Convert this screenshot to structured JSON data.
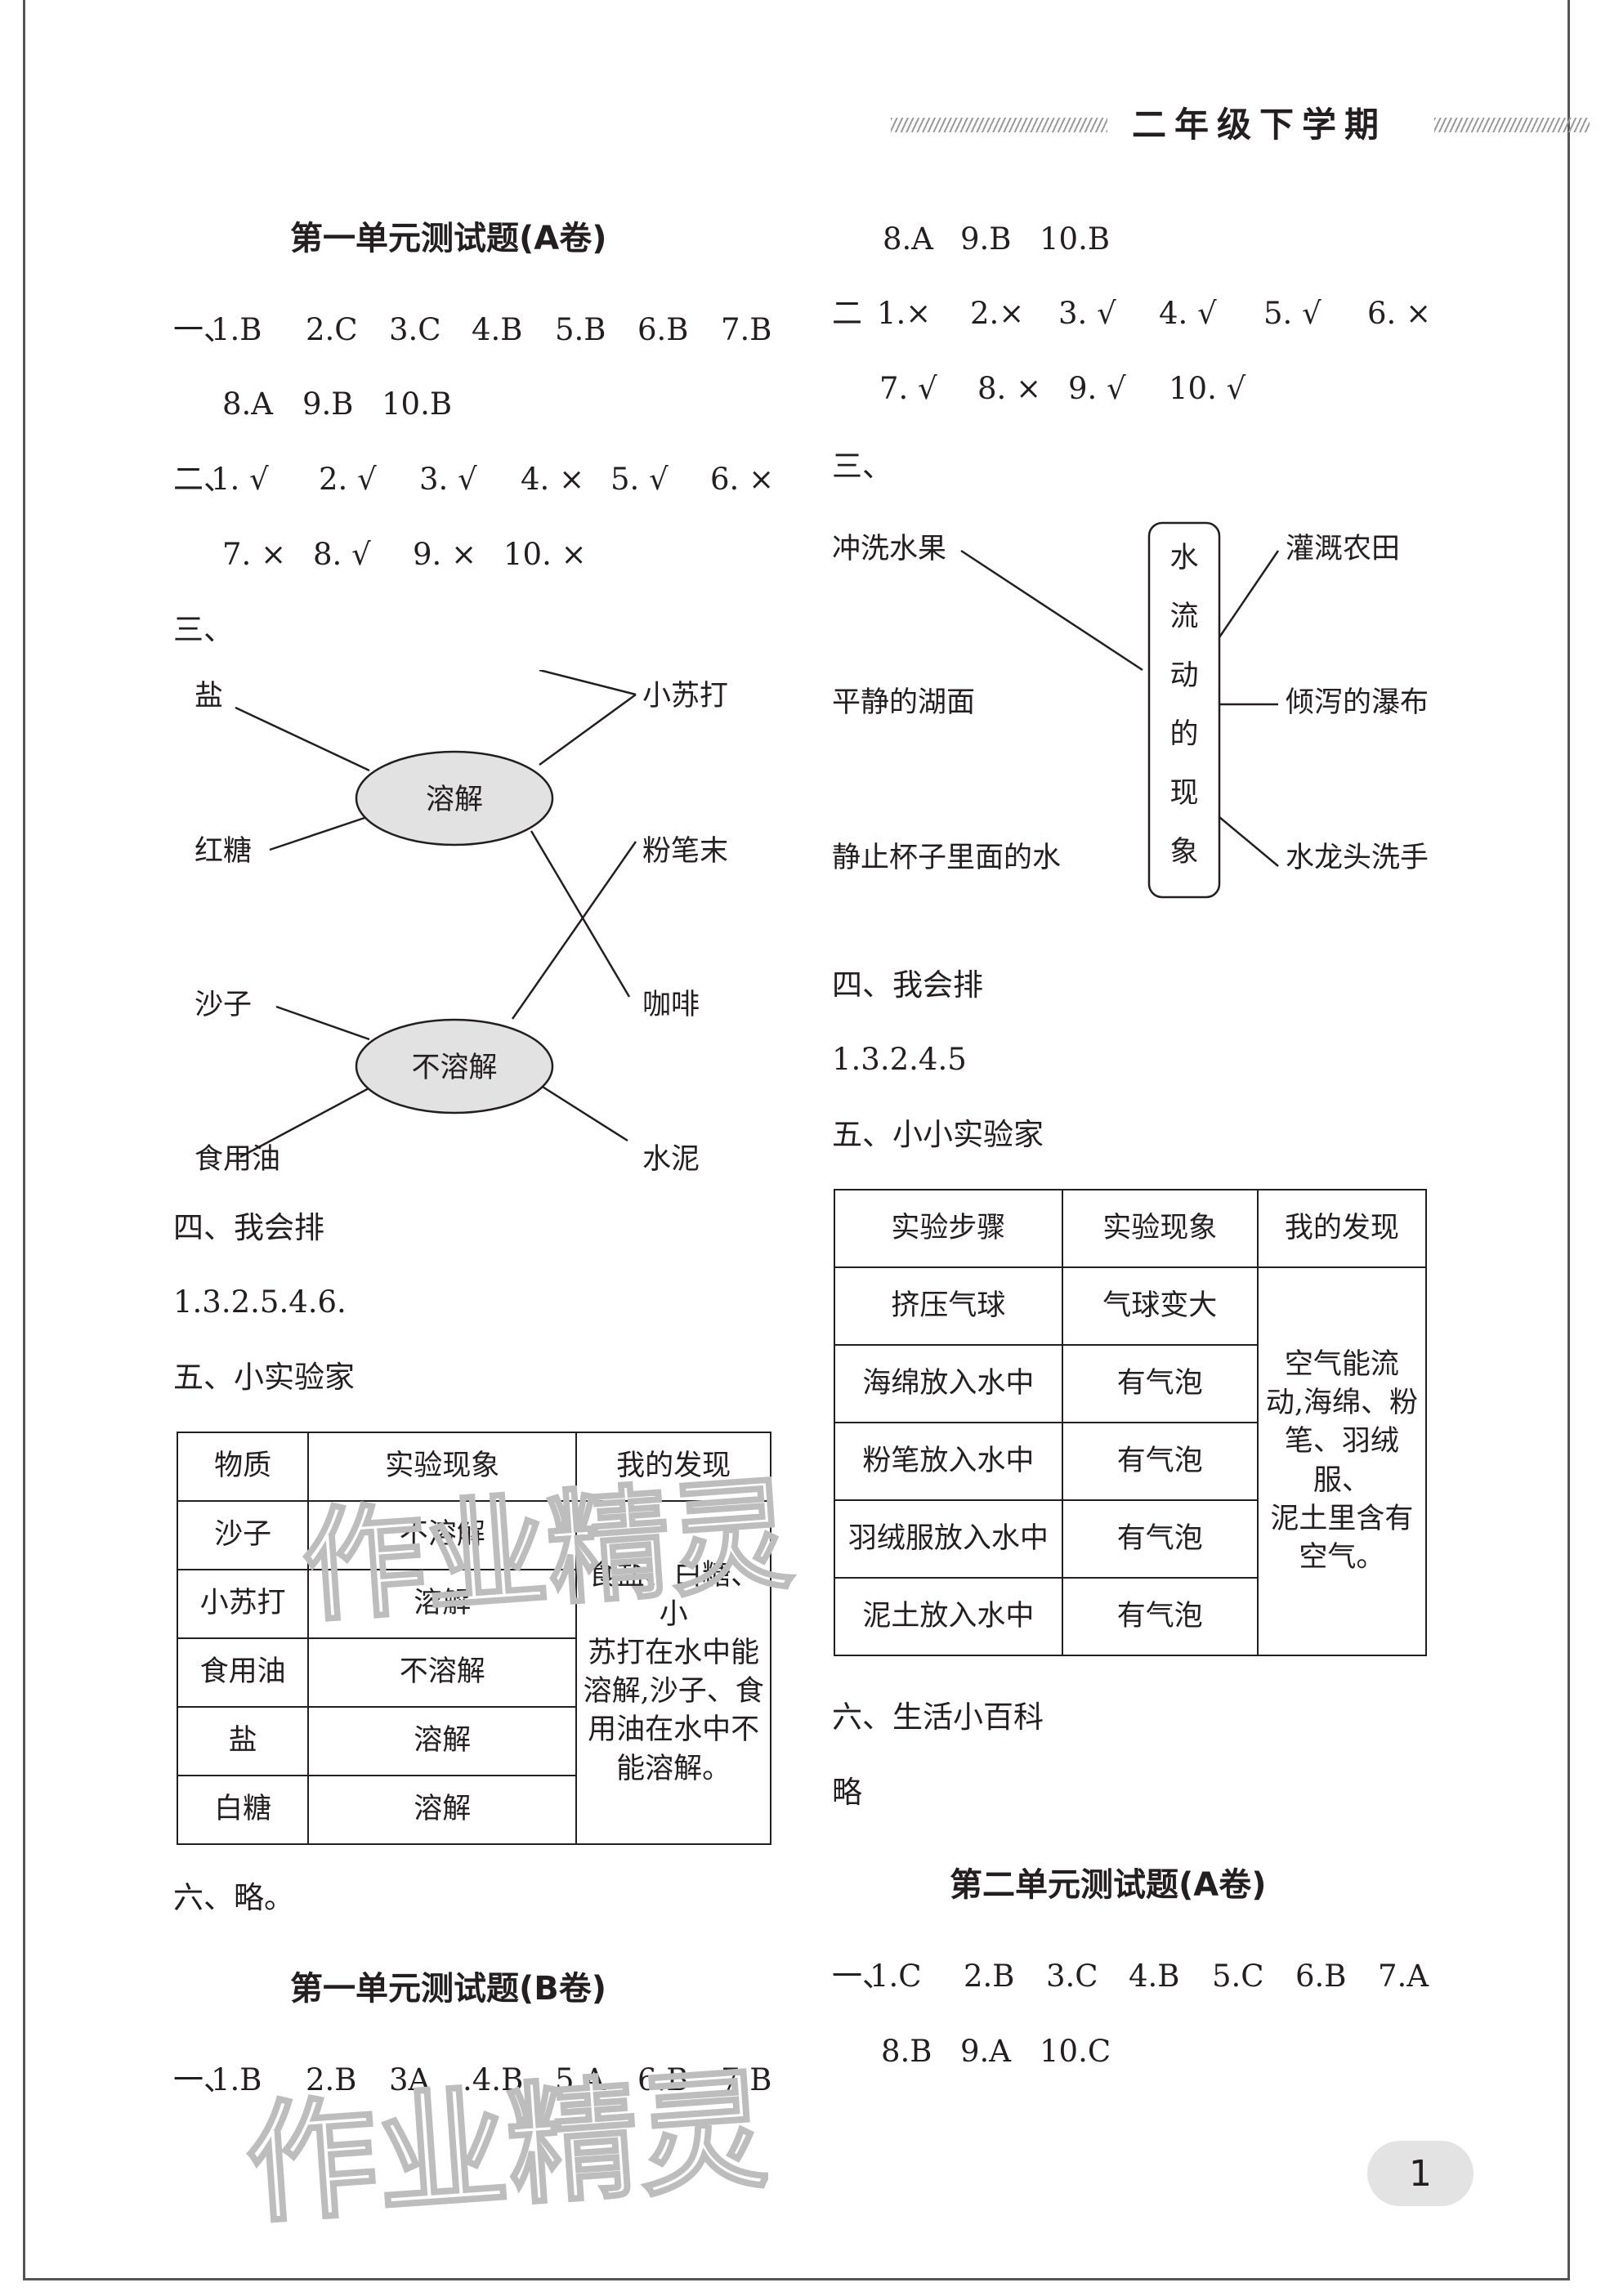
{
  "header": {
    "grade": "二年级下学期"
  },
  "page_number": "1",
  "watermark": {
    "text": "作业精灵"
  },
  "left": {
    "unit1a": {
      "title": "第一单元测试题(A卷)",
      "sec1_label": "一、",
      "sec1_row1": [
        "1.B",
        "2.C",
        "3.C",
        "4.B",
        "5.B",
        "6.B",
        "7.B"
      ],
      "sec1_row2": [
        "8.A",
        "9.B",
        "10.B"
      ],
      "sec2_label": "二、",
      "sec2_row1": [
        "1. √",
        "2. √",
        "3. √",
        "4. ×",
        "5. √",
        "6. ×"
      ],
      "sec2_row2": [
        "7. ×",
        "8. √",
        "9. ×",
        "10. ×"
      ],
      "sec3_label": "三、",
      "diagram": {
        "center_top": "溶解",
        "center_bottom": "不溶解",
        "left_items": [
          "盐",
          "红糖",
          "沙子",
          "食用油"
        ],
        "right_items": [
          "小苏打",
          "粉笔末",
          "咖啡",
          "水泥"
        ]
      },
      "sec4_label": "四、我会排",
      "sec4_answer": "1.3.2.5.4.6.",
      "sec5_label": "五、小实验家",
      "table": {
        "headers": [
          "物质",
          "实验现象",
          "我的发现"
        ],
        "rows": [
          [
            "沙子",
            "不溶解"
          ],
          [
            "小苏打",
            "溶解"
          ],
          [
            "食用油",
            "不溶解"
          ],
          [
            "盐",
            "溶解"
          ],
          [
            "白糖",
            "溶解"
          ]
        ],
        "finding": [
          "食盐、白糖、小",
          "苏打在水中能",
          "溶解,沙子、食",
          "用油在水中不",
          "能溶解。"
        ]
      },
      "sec6": "六、略。"
    },
    "unit1b": {
      "title": "第一单元测试题(B卷)",
      "sec1_label": "一、",
      "sec1_row1": [
        "1.B",
        "2.B",
        "3A",
        ".4.B",
        "5.A",
        "6.B",
        "7.B"
      ]
    }
  },
  "right": {
    "unit1b_cont": {
      "sec1_row2": [
        "8.A",
        "9.B",
        "10.B"
      ],
      "sec2_label": "二",
      "sec2_row1": [
        "1.×",
        "2.×",
        "3. √",
        "4. √",
        "5. √",
        "6. ×"
      ],
      "sec2_row2": [
        "7. √",
        "8. ×",
        "9. √",
        "10. √"
      ],
      "sec3_label": "三、",
      "diagram": {
        "center_chars": [
          "水",
          "流",
          "动",
          "的",
          "现",
          "象"
        ],
        "left_items": [
          "冲洗水果",
          "平静的湖面",
          "静止杯子里面的水"
        ],
        "right_items": [
          "灌溉农田",
          "倾泻的瀑布",
          "水龙头洗手"
        ]
      },
      "sec4_label": "四、我会排",
      "sec4_answer": "1.3.2.4.5",
      "sec5_label": "五、小小实验家",
      "table": {
        "headers": [
          "实验步骤",
          "实验现象",
          "我的发现"
        ],
        "rows": [
          [
            "挤压气球",
            "气球变大"
          ],
          [
            "海绵放入水中",
            "有气泡"
          ],
          [
            "粉笔放入水中",
            "有气泡"
          ],
          [
            "羽绒服放入水中",
            "有气泡"
          ],
          [
            "泥土放入水中",
            "有气泡"
          ]
        ],
        "finding": [
          "空气能流",
          "动,海绵、粉",
          "笔、羽绒服、",
          "泥土里含有",
          "空气。"
        ]
      },
      "sec6_label": "六、生活小百科",
      "sec6_answer": "略"
    },
    "unit2a": {
      "title": "第二单元测试题(A卷)",
      "sec1_label": "一、",
      "sec1_row1": [
        "1.C",
        "2.B",
        "3.C",
        "4.B",
        "5.C",
        "6.B",
        "7.A"
      ],
      "sec1_row2": [
        "8.B",
        "9.A",
        "10.C"
      ]
    }
  }
}
